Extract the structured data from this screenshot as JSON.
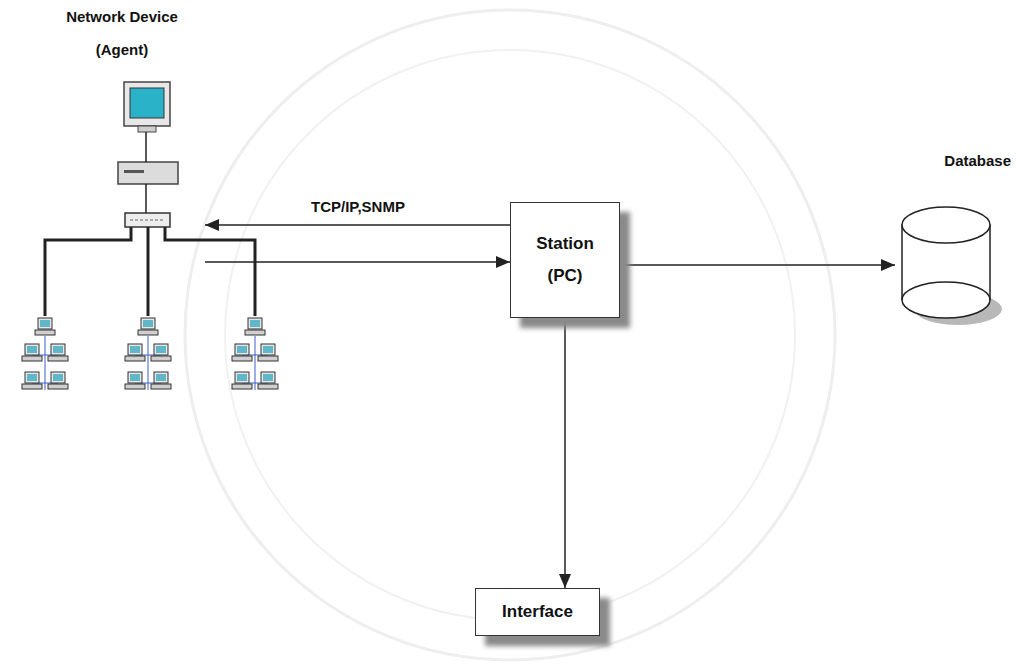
{
  "diagram": {
    "nodes": [
      {
        "text": [
          "Network Device (Agent)"
        ]
      },
      {
        "text": [
          "Station (PC)"
        ]
      },
      {
        "text": [
          "Database"
        ]
      },
      {
        "text": [
          "Interface"
        ]
      }
    ],
    "edges": [
      {
        "from": 1,
        "to": 0,
        "arrow": "to",
        "label": "TCP/IP,SNMP"
      },
      {
        "from": 0,
        "to": 1,
        "arrow": "to"
      },
      {
        "from": 1,
        "to": 2,
        "arrow": "to"
      },
      {
        "from": 1,
        "to": 3,
        "arrow": "to"
      }
    ]
  }
}
